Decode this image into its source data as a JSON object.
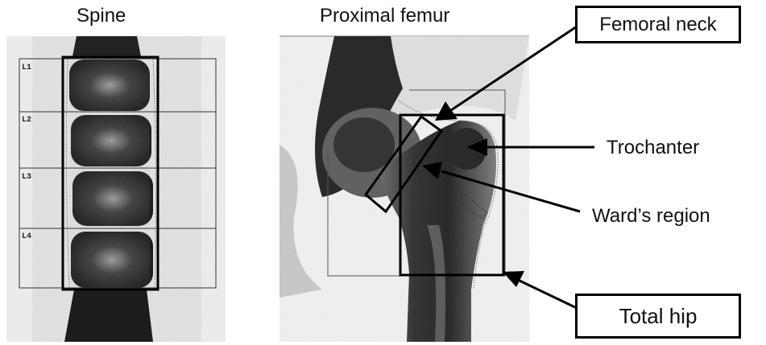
{
  "titles": {
    "spine": "Spine",
    "femur": "Proximal femur"
  },
  "vertebra_labels": [
    "L1",
    "L2",
    "L3",
    "L4"
  ],
  "callouts": {
    "femoral_neck": "Femoral neck",
    "trochanter": "Trochanter",
    "wards_region": "Ward’s region",
    "total_hip": "Total hip"
  },
  "colors": {
    "bone_dark": "#1a1a1a",
    "bone_mid": "#555555",
    "soft_tissue": "#d8d8d8",
    "background": "#f2f2f2",
    "roi_line": "#000000"
  }
}
